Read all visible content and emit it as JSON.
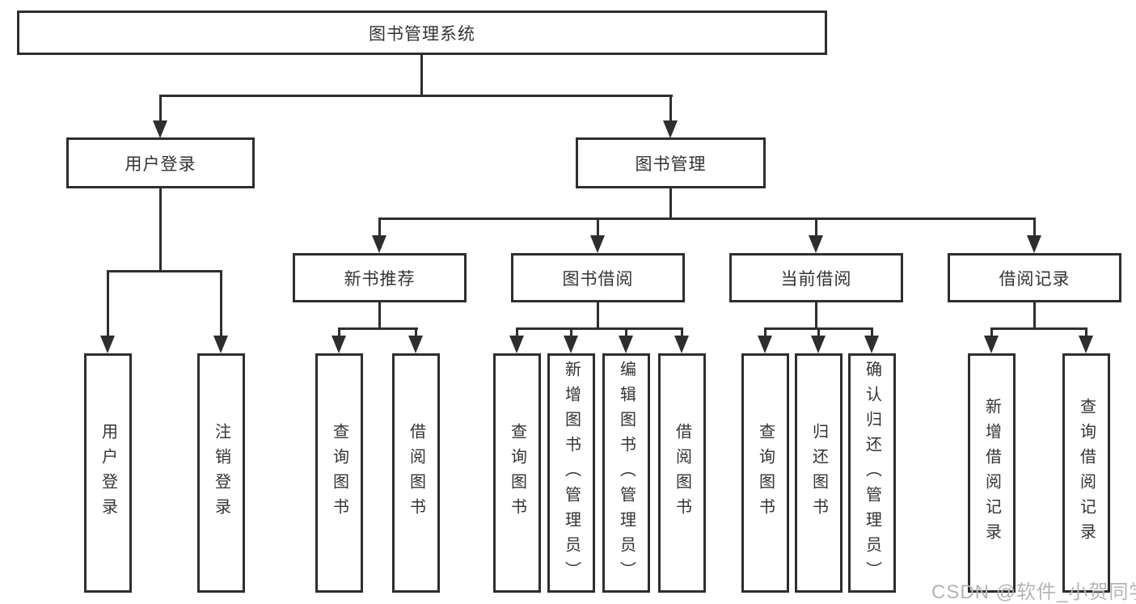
{
  "tree": {
    "label": "图书管理系统",
    "children": [
      {
        "label": "用户登录",
        "children": [
          {
            "label": "用户登录"
          },
          {
            "label": "注销登录"
          }
        ]
      },
      {
        "label": "图书管理",
        "children": [
          {
            "label": "新书推荐",
            "children": [
              {
                "label": "查询图书"
              },
              {
                "label": "借阅图书"
              }
            ]
          },
          {
            "label": "图书借阅",
            "children": [
              {
                "label": "查询图书"
              },
              {
                "label": "新增图书（管理员）"
              },
              {
                "label": "编辑图书（管理员）"
              },
              {
                "label": "借阅图书"
              }
            ]
          },
          {
            "label": "当前借阅",
            "children": [
              {
                "label": "查询图书"
              },
              {
                "label": "归还图书"
              },
              {
                "label": "确认归还（管理员）"
              }
            ]
          },
          {
            "label": "借阅记录",
            "children": [
              {
                "label": "新增借阅记录"
              },
              {
                "label": "查询借阅记录"
              }
            ]
          }
        ]
      }
    ]
  },
  "watermark": {
    "text": "CSDN @软件_小贺同学"
  },
  "colors": {
    "line": "#2e2e2e",
    "text": "#333333",
    "background": "#ffffff",
    "watermark": "#b4b4b4"
  }
}
